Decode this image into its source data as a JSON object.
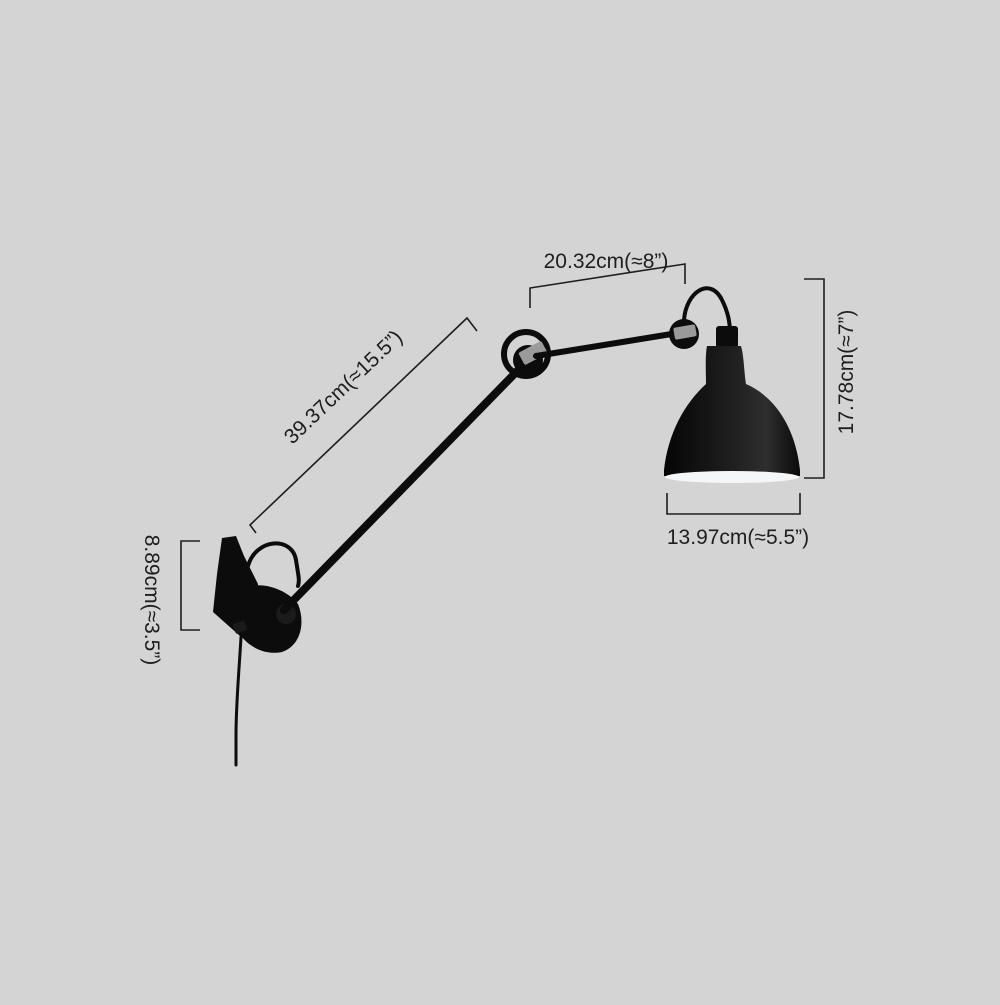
{
  "product": {
    "kind": "swing-arm wall lamp",
    "colors": {
      "background": "#d4d4d4",
      "metal": "#0c0c0c",
      "shade_inner": "#f4f6f8",
      "text": "#1e1e1e"
    }
  },
  "dimensions": {
    "long_arm": "39.37cm(≈15.5”)",
    "short_arm": "20.32cm(≈8”)",
    "shade_height": "17.78cm(≈7”)",
    "shade_width": "13.97cm(≈5.5”)",
    "mount_height": "8.89cm(≈3.5”)"
  }
}
